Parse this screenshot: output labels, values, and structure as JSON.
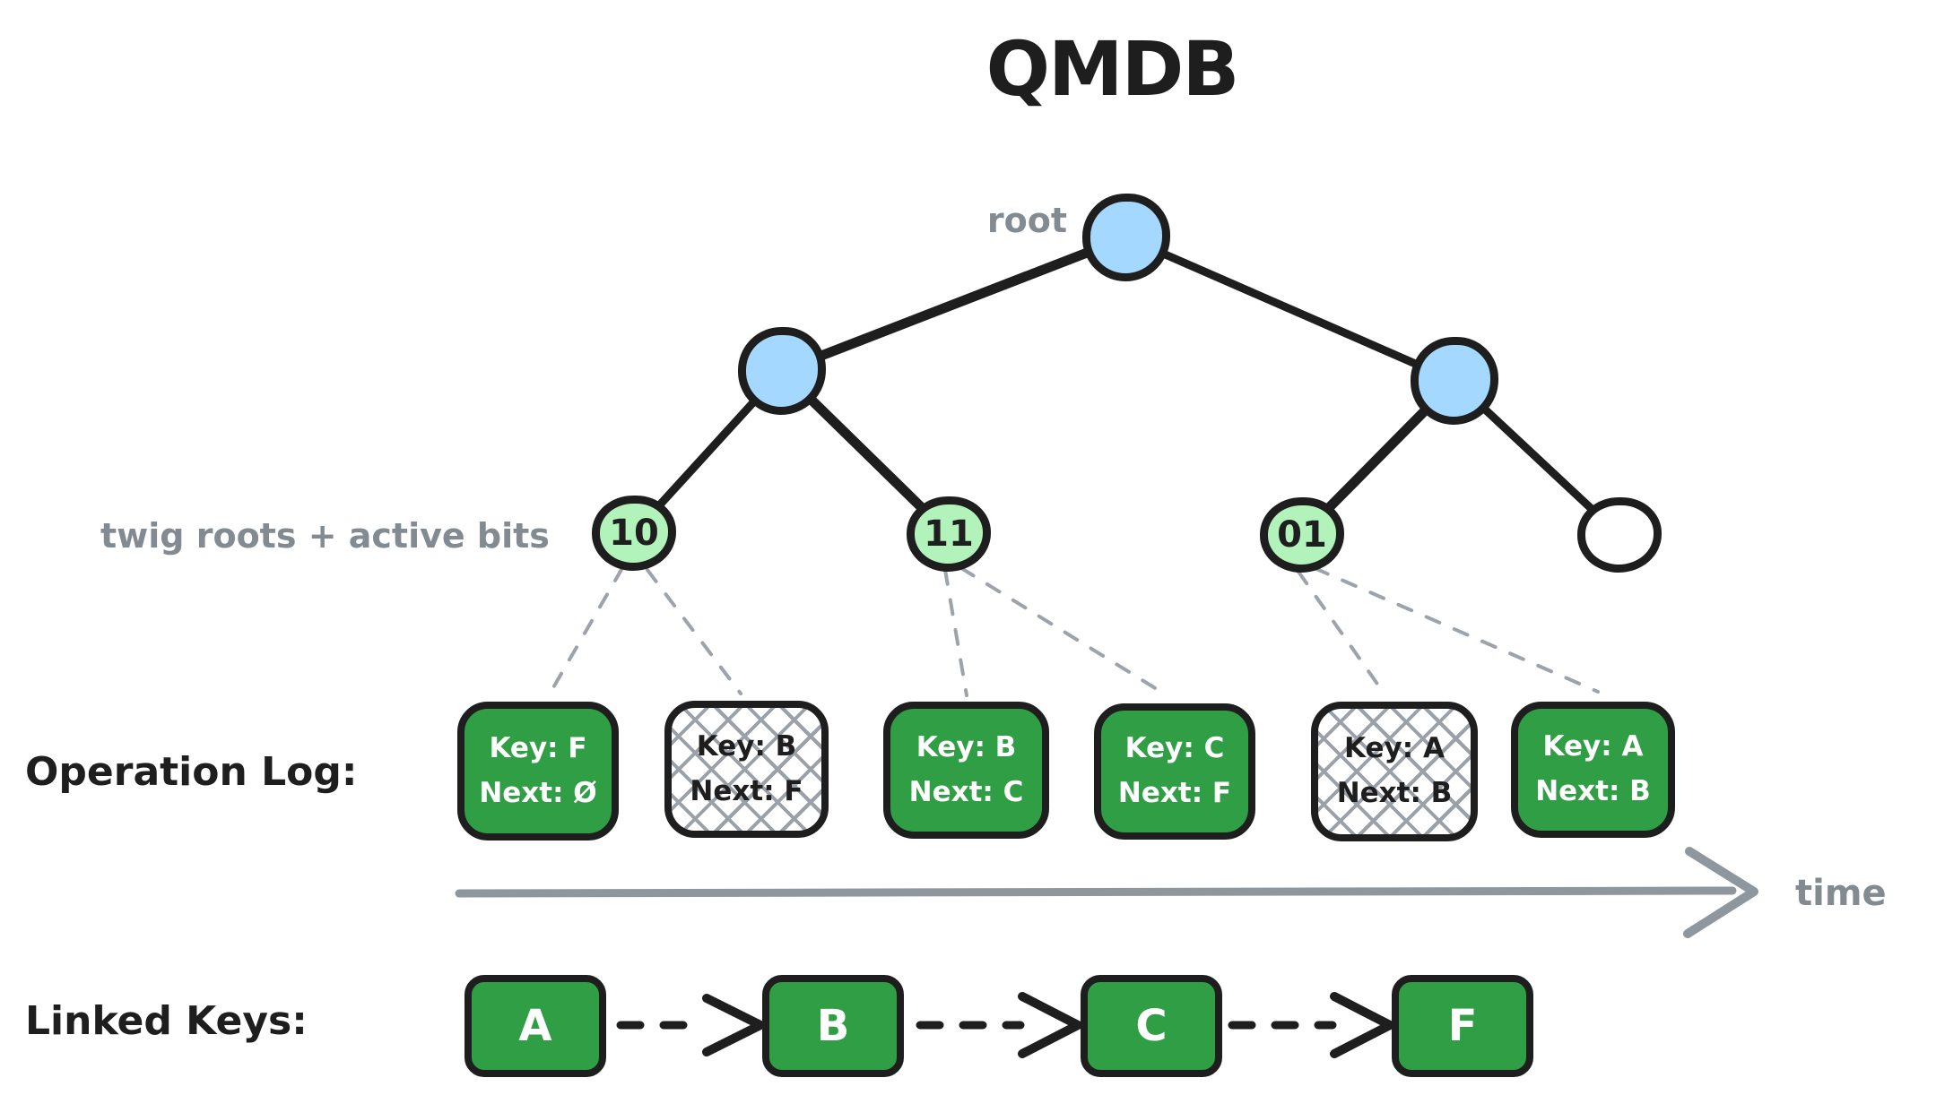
{
  "title": "QMDB",
  "labels": {
    "root": "root",
    "twig": "twig roots + active bits",
    "operation_log": "Operation Log:",
    "linked_keys": "Linked Keys:",
    "time": "time"
  },
  "tree": {
    "root_node": {
      "color": "blue"
    },
    "internal_nodes": [
      {
        "color": "blue"
      },
      {
        "color": "blue"
      }
    ],
    "leaves": [
      {
        "label": "10",
        "fill": "light-green"
      },
      {
        "label": "11",
        "fill": "light-green"
      },
      {
        "label": "01",
        "fill": "light-green"
      },
      {
        "label": "",
        "fill": "white"
      }
    ]
  },
  "oplog": {
    "boxes": [
      {
        "key": "Key: F",
        "next": "Next: Ø",
        "hatched": false
      },
      {
        "key": "Key: B",
        "next": "Next: F",
        "hatched": true
      },
      {
        "key": "Key: B",
        "next": "Next: C",
        "hatched": false
      },
      {
        "key": "Key: C",
        "next": "Next: F",
        "hatched": false
      },
      {
        "key": "Key: A",
        "next": "Next: B",
        "hatched": true
      },
      {
        "key": "Key: A",
        "next": "Next: B",
        "hatched": false
      }
    ]
  },
  "linked_keys": {
    "items": [
      "A",
      "B",
      "C",
      "F"
    ]
  },
  "colors": {
    "solid_green": "#2f9e44",
    "light_green": "#b2f2bb",
    "light_blue": "#a5d8ff",
    "stroke_black": "#1e1e1e",
    "label_gray": "#828a92",
    "hatch_gray": "#9aa1a8"
  }
}
